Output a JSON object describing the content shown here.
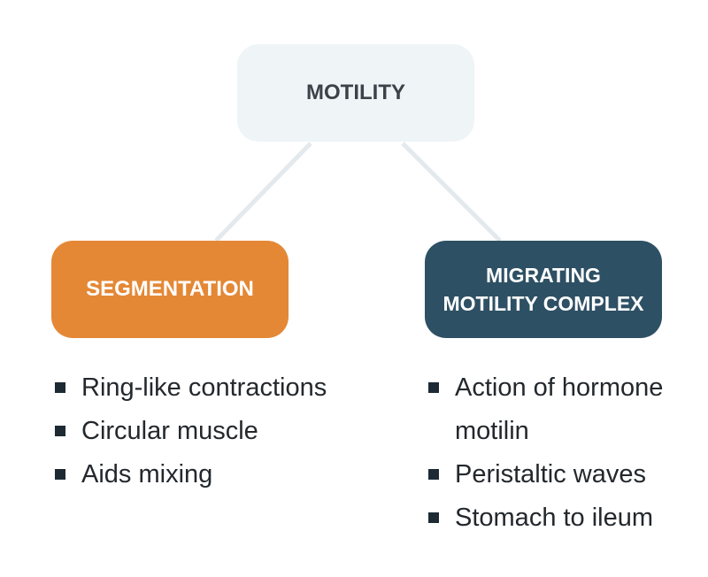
{
  "diagram": {
    "root": {
      "label": "MOTILITY"
    },
    "branches": [
      {
        "label_lines": [
          "SEGMENTATION"
        ],
        "color": "#e48836",
        "items": [
          "Ring-like contractions",
          "Circular muscle",
          "Aids mixing"
        ]
      },
      {
        "label_lines": [
          "MIGRATING",
          "MOTILITY COMPLEX"
        ],
        "color": "#2e5064",
        "items": [
          "Action of hormone motilin",
          "Peristaltic waves",
          "Stomach to ileum"
        ]
      }
    ],
    "colors": {
      "root_fill": "#eff4f7",
      "root_text": "#3b4249",
      "connector": "#e3e9ec",
      "bullet": "#1d2a33",
      "list_text": "#23282d"
    }
  }
}
